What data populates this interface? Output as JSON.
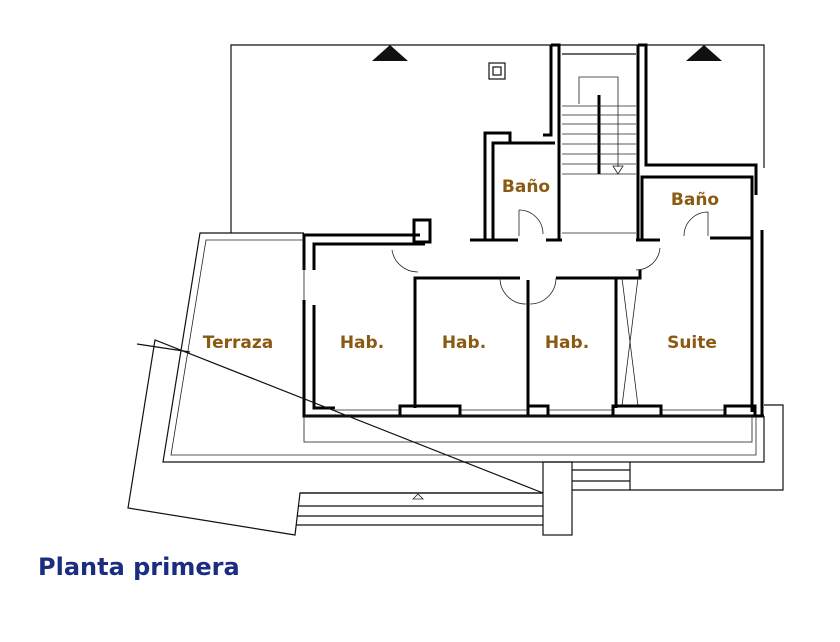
{
  "plan": {
    "title": "Planta primera",
    "rooms": {
      "bano_left": "Baño",
      "bano_right": "Baño",
      "terraza": "Terraza",
      "hab1": "Hab.",
      "hab2": "Hab.",
      "hab3": "Hab.",
      "suite": "Suite"
    },
    "colors": {
      "label": "#8a5a12",
      "title": "#1b2d80"
    }
  }
}
